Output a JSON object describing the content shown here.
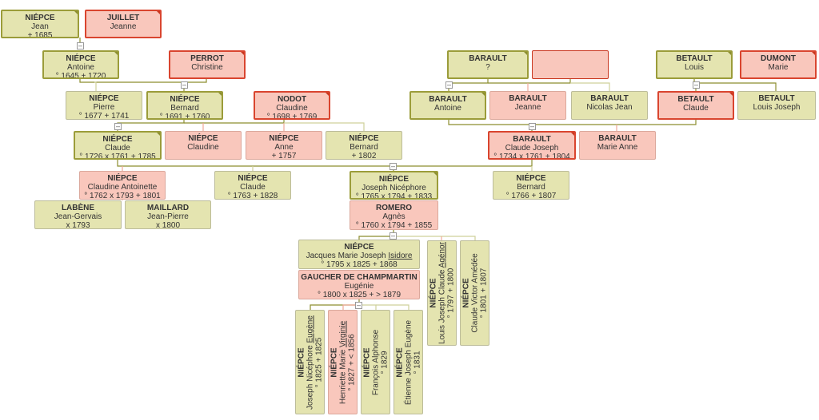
{
  "colors": {
    "male_bg": "#e4e4b0",
    "female_bg": "#f9c7bc",
    "line_male": "#8c8e2f",
    "line_female": "#f0a898"
  },
  "toggle_label": "–",
  "people": {
    "jean_niepce": {
      "surname": "NIÉPCE",
      "given": "Jean",
      "dates": "+ 1685"
    },
    "jeanne_juillet": {
      "surname": "JUILLET",
      "given": "Jeanne",
      "dates": ""
    },
    "antoine_niepce": {
      "surname": "NIÉPCE",
      "given": "Antoine",
      "dates": "° 1645  + 1720"
    },
    "christine_perrot": {
      "surname": "PERROT",
      "given": "Christine",
      "dates": ""
    },
    "pierre_niepce": {
      "surname": "NIÉPCE",
      "given": "Pierre",
      "dates": "° 1677  + 1741"
    },
    "bernard_niepce_1": {
      "surname": "NIÉPCE",
      "given": "Bernard",
      "dates": "° 1691  + 1760"
    },
    "claudine_nodot": {
      "surname": "NODOT",
      "given": "Claudine",
      "dates": "° 1698  + 1769"
    },
    "claude_niepce_1": {
      "surname": "NIÉPCE",
      "given": "Claude",
      "dates": "° 1726  x 1761  + 1785"
    },
    "claudine_niepce": {
      "surname": "NIÉPCE",
      "given": "Claudine",
      "dates": ""
    },
    "anne_niepce": {
      "surname": "NIÉPCE",
      "given": "Anne",
      "dates": "+ 1757"
    },
    "bernard_niepce_2": {
      "surname": "NIÉPCE",
      "given": "Bernard",
      "dates": "+ 1802"
    },
    "barault_unknown": {
      "surname": "BARAULT",
      "given": "?",
      "dates": ""
    },
    "unknown_female": {
      "surname": "",
      "given": "",
      "dates": ""
    },
    "louis_betault": {
      "surname": "BETAULT",
      "given": "Louis",
      "dates": ""
    },
    "marie_dumont": {
      "surname": "DUMONT",
      "given": "Marie",
      "dates": ""
    },
    "antoine_barault": {
      "surname": "BARAULT",
      "given": "Antoine",
      "dates": ""
    },
    "jeanne_barault": {
      "surname": "BARAULT",
      "given": "Jeanne",
      "dates": ""
    },
    "nicolas_jean_barault": {
      "surname": "BARAULT",
      "given": "Nicolas Jean",
      "dates": ""
    },
    "claude_betault": {
      "surname": "BETAULT",
      "given": "Claude",
      "dates": ""
    },
    "louis_joseph_betault": {
      "surname": "BETAULT",
      "given": "Louis Joseph",
      "dates": ""
    },
    "claude_joseph_barault": {
      "surname": "BARAULT",
      "given": "Claude Joseph",
      "dates": "° 1734  x 1761  + 1804"
    },
    "marie_anne_barault": {
      "surname": "BARAULT",
      "given": "Marie Anne",
      "dates": ""
    },
    "claudine_antoinette_niepce": {
      "surname": "NIÉPCE",
      "given": "Claudine Antoinette",
      "dates": "° 1762  x 1793  + 1801"
    },
    "jean_gervais_labene": {
      "surname": "LABÈNE",
      "given": "Jean-Gervais",
      "dates": "x 1793"
    },
    "jean_pierre_maillard": {
      "surname": "MAILLARD",
      "given": "Jean-Pierre",
      "dates": "x 1800"
    },
    "claude_niepce_2": {
      "surname": "NIÉPCE",
      "given": "Claude",
      "dates": "° 1763  + 1828"
    },
    "joseph_nicephore_niepce": {
      "surname": "NIÉPCE",
      "given": "Joseph Nicéphore",
      "dates": "° 1765  x 1794  + 1833"
    },
    "agnes_romero": {
      "surname": "ROMERO",
      "given": "Agnès",
      "dates": "° 1760  x 1794  + 1855"
    },
    "bernard_niepce_3": {
      "surname": "NIÉPCE",
      "given": "Bernard",
      "dates": "° 1766  + 1807"
    },
    "isidore_niepce": {
      "surname": "NIÉPCE",
      "given_pre": "Jacques Marie Joseph ",
      "given_u": "Isidore",
      "dates": "° 1795  x 1825  + 1868"
    },
    "eugenie_gaucher": {
      "surname": "GAUCHER DE CHAMPMARTIN",
      "given": "Eugénie",
      "dates": "° 1800  x 1825  + > 1879"
    },
    "agenor_niepce": {
      "surname": "NIÉPCE",
      "given_pre": "Louis Joseph Claude ",
      "given_u": "Agénor",
      "dates": "° 1797  + 1800"
    },
    "victor_amedee_niepce": {
      "surname": "NIÉPCE",
      "given": "Claude Victor Amédée",
      "dates": "° 1801  + 1807"
    },
    "eugene_niepce": {
      "surname": "NIÉPCE",
      "given_pre": "Joseph Nicéphore ",
      "given_u": "Eugène",
      "dates": "° 1825  + 1825"
    },
    "virginie_niepce": {
      "surname": "NIÉPCE",
      "given_pre": "Henriette Marie ",
      "given_u": "Virginie",
      "dates": "° 1827  + < 1856"
    },
    "francois_alphonse_niepce": {
      "surname": "NIÉPCE",
      "given": "François Alphonse",
      "dates": "° 1829"
    },
    "etienne_joseph_eugene_niepce": {
      "surname": "NIÉPCE",
      "given": "Étienne Joseph Eugène",
      "dates": "° 1831"
    }
  }
}
